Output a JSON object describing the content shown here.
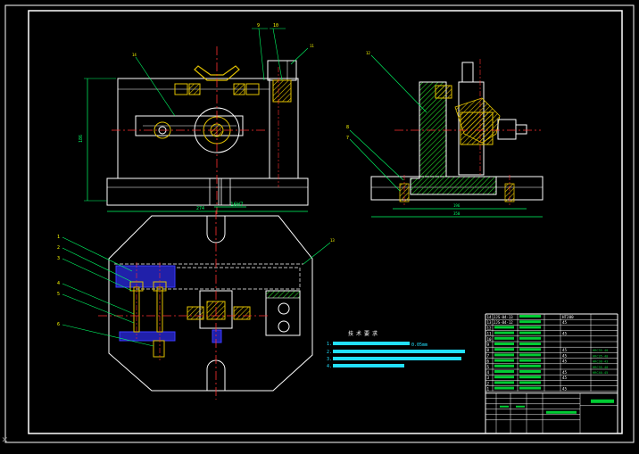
{
  "drawing": {
    "views": {
      "front": {
        "balloons": [
          "9",
          "10",
          "11",
          "14"
        ],
        "dim_overall_width": "274",
        "dim_height": "186",
        "dim_fit": "16H7"
      },
      "side": {
        "balloons": [
          "12",
          "8",
          "7"
        ],
        "dim_inner": "196",
        "dim_overall": "350"
      },
      "plan": {
        "balloons": [
          "1",
          "2",
          "3",
          "4",
          "5",
          "6",
          "13"
        ]
      }
    },
    "notes": {
      "heading": "技术要求",
      "items": [
        "1.",
        "2.",
        "3.",
        "4."
      ],
      "tolerance_value": "0.05mm"
    },
    "title_block": {
      "parts_list_rows": [
        {
          "no": "14",
          "code": "JJS-04-13",
          "material": "HT200"
        },
        {
          "no": "13",
          "code": "JJS-04-12",
          "material": "45"
        },
        {
          "no": "12",
          "code": "",
          "material": ""
        },
        {
          "no": "11",
          "code": "",
          "material": "45"
        },
        {
          "no": "10",
          "code": "",
          "material": ""
        },
        {
          "no": "9",
          "code": "",
          "material": ""
        },
        {
          "no": "8",
          "code": "",
          "material": "45"
        },
        {
          "no": "7",
          "code": "",
          "material": "45"
        },
        {
          "no": "6",
          "code": "",
          "material": "45"
        },
        {
          "no": "5",
          "code": "",
          "material": ""
        },
        {
          "no": "4",
          "code": "",
          "material": "45"
        },
        {
          "no": "3",
          "code": "",
          "material": "45"
        },
        {
          "no": "2",
          "code": "",
          "material": ""
        },
        {
          "no": "1",
          "code": "",
          "material": "45"
        }
      ],
      "remarks": [
        "HRC35-40",
        "HRC35-40",
        "HRC38-43",
        "HRC35-40",
        "HRC40-45"
      ]
    }
  },
  "colors": {
    "frame": "#ffffff",
    "outline": "#ffffff",
    "centerline": "#ff3030",
    "leader": "#00ff66",
    "dimension": "#00ff66",
    "hatch": "#00ff00",
    "section_fill": "#2d7a14",
    "notes_bar": "#22e0ff",
    "blue_part": "#3b3bff",
    "balloon_text": "#ffff00",
    "table_line": "#ffffff"
  }
}
